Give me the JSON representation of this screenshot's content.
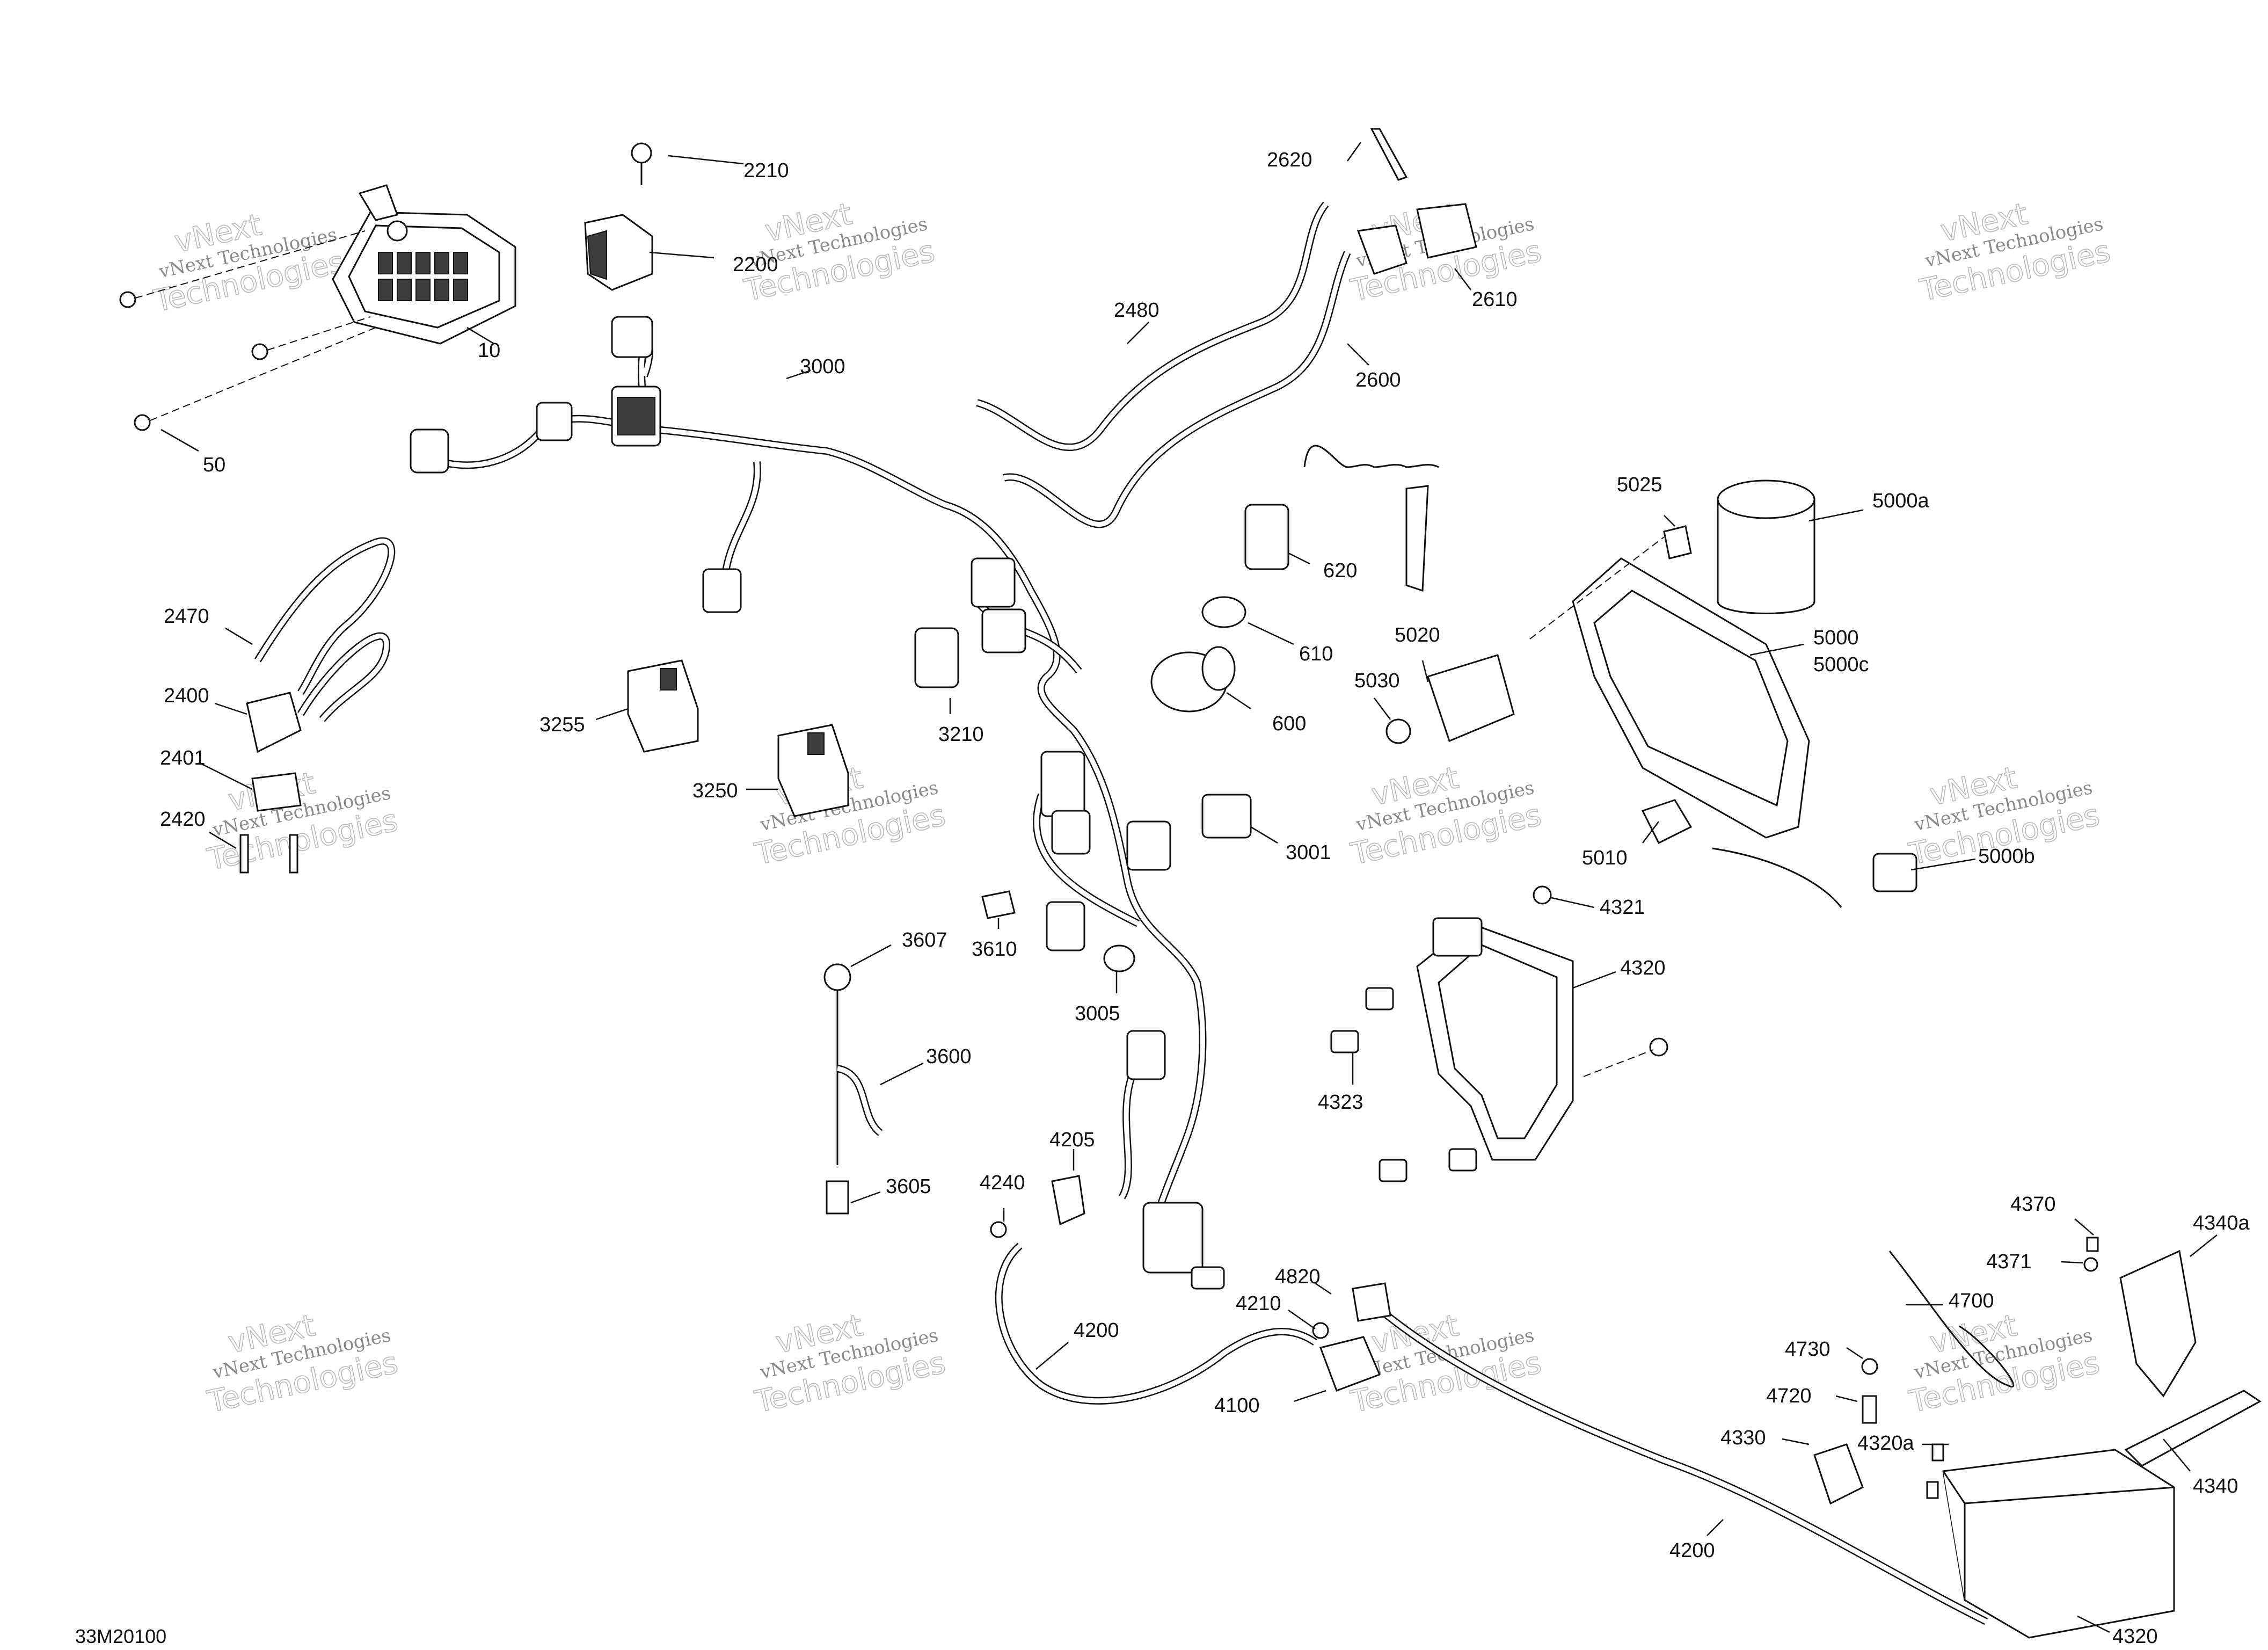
{
  "diagram_code": "33M20100",
  "watermark": {
    "line1": "vNext",
    "line2": "vNext Technologies",
    "line3": "Technologies"
  },
  "callouts": [
    {
      "id": "c2210",
      "text": "2210"
    },
    {
      "id": "c2200",
      "text": "2200"
    },
    {
      "id": "c10",
      "text": "10"
    },
    {
      "id": "c50",
      "text": "50"
    },
    {
      "id": "c3000",
      "text": "3000"
    },
    {
      "id": "c2480",
      "text": "2480"
    },
    {
      "id": "c2620",
      "text": "2620"
    },
    {
      "id": "c2610",
      "text": "2610"
    },
    {
      "id": "c2600",
      "text": "2600"
    },
    {
      "id": "c620",
      "text": "620"
    },
    {
      "id": "c610",
      "text": "610"
    },
    {
      "id": "c600",
      "text": "600"
    },
    {
      "id": "c5025",
      "text": "5025"
    },
    {
      "id": "c5000a",
      "text": "5000a"
    },
    {
      "id": "c5000",
      "text": "5000"
    },
    {
      "id": "c5000c",
      "text": "5000c"
    },
    {
      "id": "c5020",
      "text": "5020"
    },
    {
      "id": "c5030",
      "text": "5030"
    },
    {
      "id": "c5010",
      "text": "5010"
    },
    {
      "id": "c5000b",
      "text": "5000b"
    },
    {
      "id": "c2470",
      "text": "2470"
    },
    {
      "id": "c2400",
      "text": "2400"
    },
    {
      "id": "c2401",
      "text": "2401"
    },
    {
      "id": "c2420",
      "text": "2420"
    },
    {
      "id": "c3255",
      "text": "3255"
    },
    {
      "id": "c3250",
      "text": "3250"
    },
    {
      "id": "c3210",
      "text": "3210"
    },
    {
      "id": "c3001",
      "text": "3001"
    },
    {
      "id": "c3610",
      "text": "3610"
    },
    {
      "id": "c3005",
      "text": "3005"
    },
    {
      "id": "c3607",
      "text": "3607"
    },
    {
      "id": "c3600",
      "text": "3600"
    },
    {
      "id": "c3605",
      "text": "3605"
    },
    {
      "id": "c4321",
      "text": "4321"
    },
    {
      "id": "c4320top",
      "text": "4320"
    },
    {
      "id": "c4323",
      "text": "4323"
    },
    {
      "id": "c4205",
      "text": "4205"
    },
    {
      "id": "c4240",
      "text": "4240"
    },
    {
      "id": "c4200a",
      "text": "4200"
    },
    {
      "id": "c4820",
      "text": "4820"
    },
    {
      "id": "c4210",
      "text": "4210"
    },
    {
      "id": "c4100",
      "text": "4100"
    },
    {
      "id": "c4370",
      "text": "4370"
    },
    {
      "id": "c4371",
      "text": "4371"
    },
    {
      "id": "c4340a",
      "text": "4340a"
    },
    {
      "id": "c4700",
      "text": "4700"
    },
    {
      "id": "c4730",
      "text": "4730"
    },
    {
      "id": "c4720",
      "text": "4720"
    },
    {
      "id": "c4330",
      "text": "4330"
    },
    {
      "id": "c4320a",
      "text": "4320a"
    },
    {
      "id": "c4340",
      "text": "4340"
    },
    {
      "id": "c4200b",
      "text": "4200"
    },
    {
      "id": "c4320bot",
      "text": "4320"
    }
  ]
}
